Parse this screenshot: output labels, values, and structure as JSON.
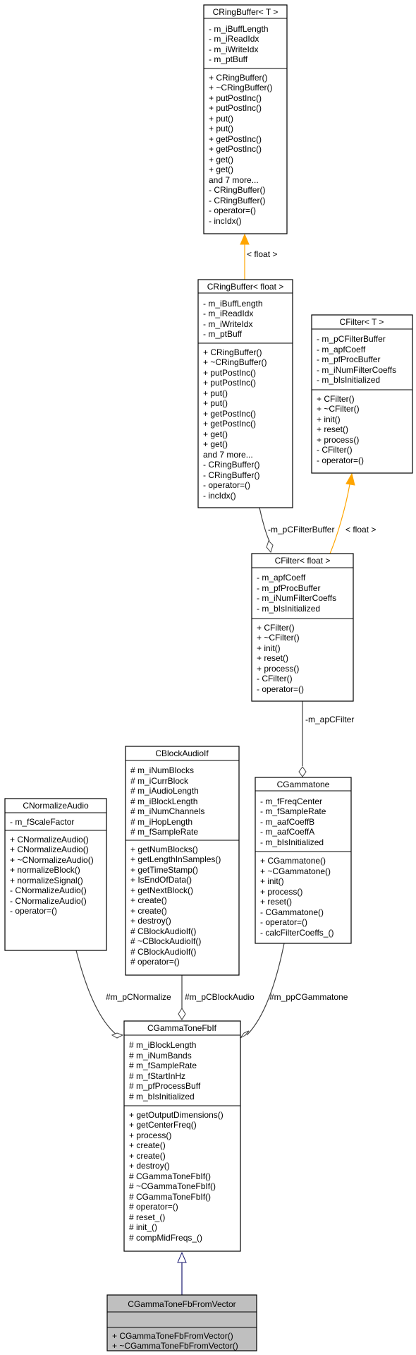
{
  "colors": {
    "template_edge": "#ffa500",
    "inherit_edge": "#191970",
    "usage_edge": "#404040",
    "highlight_fill": "#bfbfbf"
  },
  "classes": {
    "ringbuffer_t": {
      "title": "CRingBuffer< T >",
      "attributes": [
        "- m_iBuffLength",
        "- m_iReadIdx",
        "- m_iWriteIdx",
        "- m_ptBuff"
      ],
      "methods": [
        "+ CRingBuffer()",
        "+ ~CRingBuffer()",
        "+ putPostInc()",
        "+ putPostInc()",
        "+ put()",
        "+ put()",
        "+ getPostInc()",
        "+ getPostInc()",
        "+ get()",
        "+ get()",
        "and 7 more...",
        "- CRingBuffer()",
        "- CRingBuffer()",
        "- operator=()",
        "- incIdx()"
      ]
    },
    "ringbuffer_float": {
      "title": "CRingBuffer< float >",
      "attributes": [
        "- m_iBuffLength",
        "- m_iReadIdx",
        "- m_iWriteIdx",
        "- m_ptBuff"
      ],
      "methods": [
        "+ CRingBuffer()",
        "+ ~CRingBuffer()",
        "+ putPostInc()",
        "+ putPostInc()",
        "+ put()",
        "+ put()",
        "+ getPostInc()",
        "+ getPostInc()",
        "+ get()",
        "+ get()",
        "and 7 more...",
        "- CRingBuffer()",
        "- CRingBuffer()",
        "- operator=()",
        "- incIdx()"
      ]
    },
    "filter_t": {
      "title": "CFilter< T >",
      "attributes": [
        "- m_pCFilterBuffer",
        "- m_apfCoeff",
        "- m_pfProcBuffer",
        "- m_iNumFilterCoeffs",
        "- m_bIsInitialized"
      ],
      "methods": [
        "+ CFilter()",
        "+ ~CFilter()",
        "+ init()",
        "+ reset()",
        "+ process()",
        "- CFilter()",
        "- operator=()"
      ]
    },
    "filter_float": {
      "title": "CFilter< float >",
      "attributes": [
        "- m_apfCoeff",
        "- m_pfProcBuffer",
        "- m_iNumFilterCoeffs",
        "- m_bIsInitialized"
      ],
      "methods": [
        "+ CFilter()",
        "+ ~CFilter()",
        "+ init()",
        "+ reset()",
        "+ process()",
        "- CFilter()",
        "- operator=()"
      ]
    },
    "normalize": {
      "title": "CNormalizeAudio",
      "attributes": [
        "- m_fScaleFactor"
      ],
      "methods": [
        "+ CNormalizeAudio()",
        "+ CNormalizeAudio()",
        "+ ~CNormalizeAudio()",
        "+ normalizeBlock()",
        "+ normalizeSignal()",
        "- CNormalizeAudio()",
        "- CNormalizeAudio()",
        "- operator=()"
      ]
    },
    "blockaudio": {
      "title": "CBlockAudioIf",
      "attributes": [
        "# m_iNumBlocks",
        "# m_iCurrBlock",
        "# m_iAudioLength",
        "# m_iBlockLength",
        "# m_iNumChannels",
        "# m_iHopLength",
        "# m_fSampleRate"
      ],
      "methods": [
        "+ getNumBlocks()",
        "+ getLengthInSamples()",
        "+ getTimeStamp()",
        "+ IsEndOfData()",
        "+ getNextBlock()",
        "+ create()",
        "+ create()",
        "+ destroy()",
        "# CBlockAudioIf()",
        "# ~CBlockAudioIf()",
        "# CBlockAudioIf()",
        "# operator=()"
      ]
    },
    "gammatone": {
      "title": "CGammatone",
      "attributes": [
        "- m_fFreqCenter",
        "- m_fSampleRate",
        "- m_aafCoeffB",
        "- m_aafCoeffA",
        "- m_bIsInitialized"
      ],
      "methods": [
        "+ CGammatone()",
        "+ ~CGammatone()",
        "+ init()",
        "+ process()",
        "+ reset()",
        "- CGammatone()",
        "- operator=()",
        "- calcFilterCoeffs_()"
      ]
    },
    "gtfbif": {
      "title": "CGammaToneFbIf",
      "attributes": [
        "# m_iBlockLength",
        "# m_iNumBands",
        "# m_fSampleRate",
        "# m_fStartInHz",
        "# m_pfProcessBuff",
        "# m_bIsInitialized"
      ],
      "methods": [
        "+ getOutputDimensions()",
        "+ getCenterFreq()",
        "+ process()",
        "+ create()",
        "+ create()",
        "+ destroy()",
        "# CGammaToneFbIf()",
        "# ~CGammaToneFbIf()",
        "# CGammaToneFbIf()",
        "# operator=()",
        "# reset_()",
        "# init_()",
        "# compMidFreqs_()"
      ]
    },
    "gtfbvec": {
      "title": "CGammaToneFbFromVector",
      "attributes": [],
      "methods": [
        "+ CGammaToneFbFromVector()",
        "+ ~CGammaToneFbFromVector()"
      ]
    }
  },
  "edges": [
    {
      "label": "< float >"
    },
    {
      "label": "-m_pCFilterBuffer"
    },
    {
      "label": "< float >"
    },
    {
      "label": "-m_apCFilter"
    },
    {
      "label": "#m_pCNormalize"
    },
    {
      "label": "#m_pCBlockAudio"
    },
    {
      "label": "#m_ppCGammatone"
    },
    {
      "label": ""
    }
  ]
}
